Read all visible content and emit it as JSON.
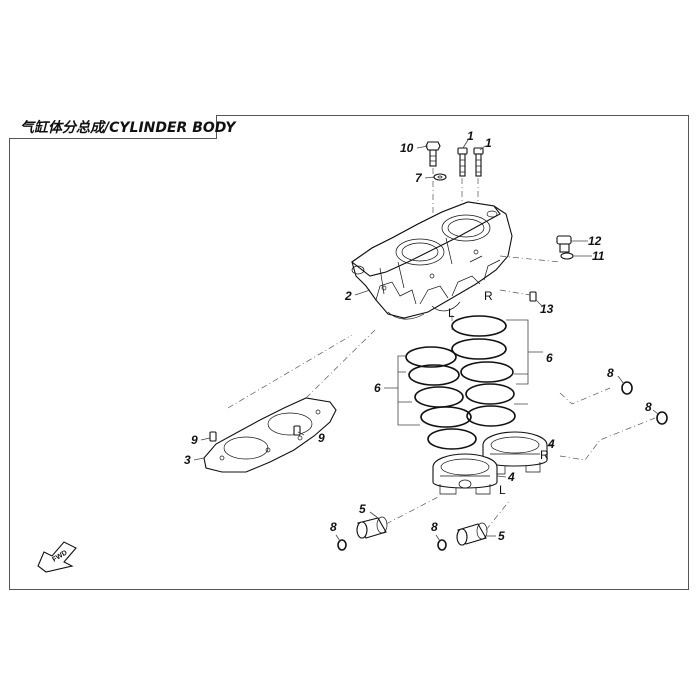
{
  "title": "气缸体分总成/CYLINDER BODY",
  "callouts": {
    "c1a": "1",
    "c1b": "1",
    "c10": "10",
    "c7": "7",
    "c12": "12",
    "c11": "11",
    "c2": "2",
    "c13": "13",
    "c6a": "6",
    "c6b": "6",
    "c8a": "8",
    "c8b": "8",
    "c9a": "9",
    "c9b": "9",
    "c3": "3",
    "c4a": "4",
    "c4b": "4",
    "c5a": "5",
    "c5b": "5",
    "c8c": "8",
    "c8d": "8"
  },
  "side_marks": {
    "L1": "L",
    "R1": "R",
    "R2": "R",
    "L2": "L"
  },
  "fwd_badge": "FWD"
}
